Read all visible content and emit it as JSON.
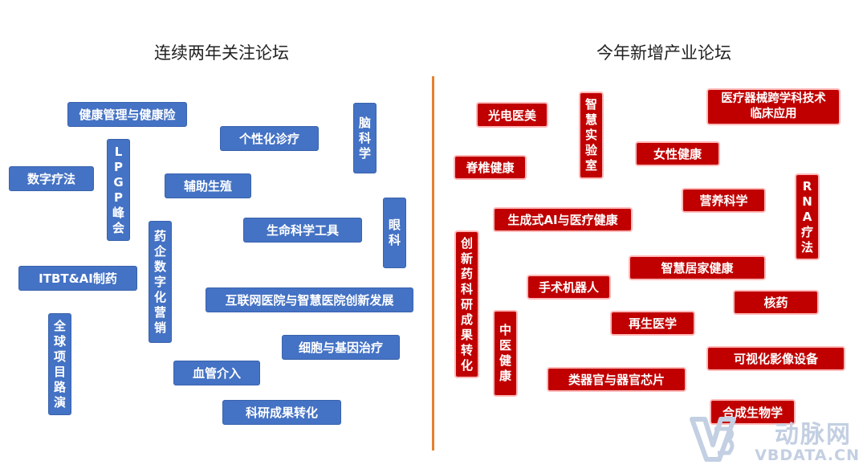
{
  "titles": {
    "left": "连续两年关注论坛",
    "right": "今年新增产业论坛"
  },
  "colors": {
    "left_tag": "#4472c4",
    "right_tag": "#c00000",
    "divider": "#e4812f"
  },
  "left_tags": [
    "健康管理与健康险",
    "数字疗法",
    "LPGP峰会",
    "个性化诊疗",
    "脑科学",
    "辅助生殖",
    "生命科学工具",
    "眼科",
    "药企数字化营销",
    "ITBT&AI制药",
    "互联网医院与智慧医院创新发展",
    "全球项目路演",
    "细胞与基因治疗",
    "血管介入",
    "科研成果转化"
  ],
  "right_tags": [
    "光电医美",
    "智慧实验室",
    "医疗器械跨学科技术临床应用",
    "脊椎健康",
    "女性健康",
    "RNA疗法",
    "营养科学",
    "生成式AI与医疗健康",
    "创新药科研成果转化",
    "智慧居家健康",
    "手术机器人",
    "核药",
    "再生医学",
    "中医健康",
    "可视化影像设备",
    "类器官与器官芯片",
    "合成生物学"
  ],
  "watermark": {
    "name_cn": "动脉网",
    "url": "VBDATA.CN"
  }
}
